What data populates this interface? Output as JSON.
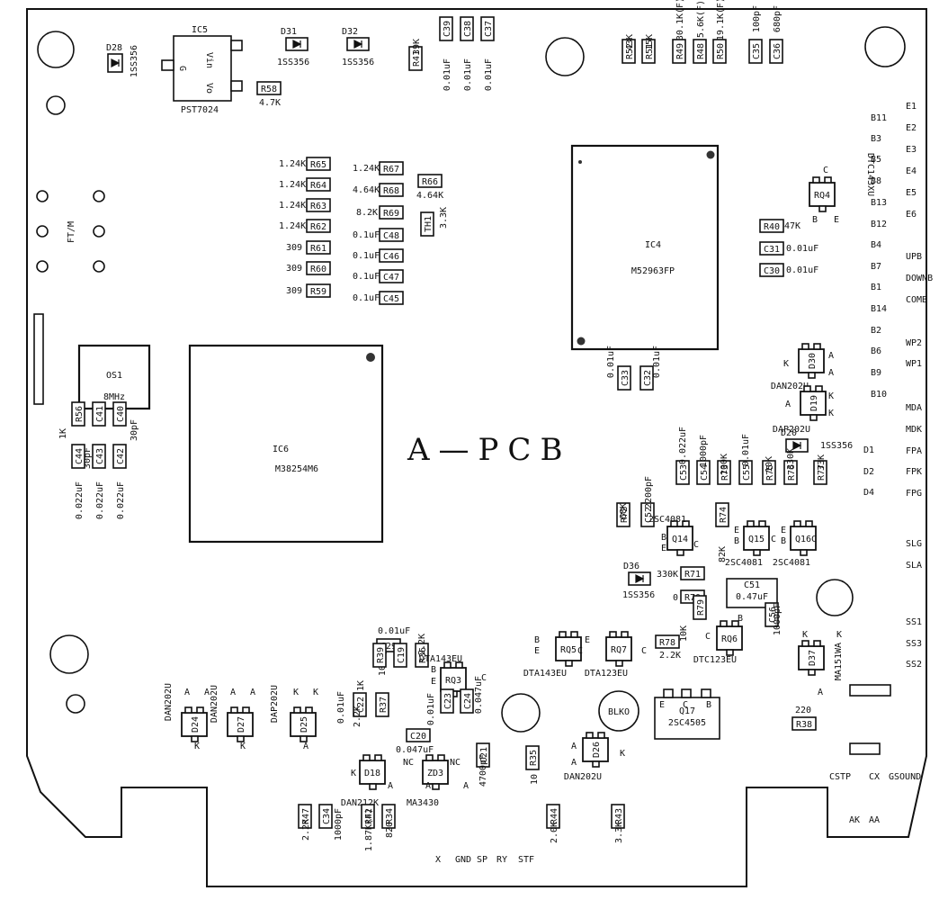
{
  "board_title": "A—PCB",
  "ics": {
    "ic4": {
      "ref": "IC4",
      "part": "M52963FP"
    },
    "ic6": {
      "ref": "IC6",
      "part": "M38254M6"
    },
    "os1": {
      "ref": "OS1",
      "freq": "8MHz"
    },
    "ic5": {
      "ref": "IC5",
      "part": "PST7024",
      "pin_vin": "Vin",
      "pin_g": "G",
      "pin_vo": "Vo"
    }
  },
  "fuse_label": "FT/M",
  "blko_label": "BLKO",
  "parts": [
    {
      "ref": "R58",
      "val": "4.7K"
    },
    {
      "ref": "D28",
      "val": "1SS356"
    },
    {
      "ref": "D31",
      "val": "1SS356"
    },
    {
      "ref": "D32",
      "val": "1SS356"
    },
    {
      "ref": "R41",
      "val": "39K"
    },
    {
      "ref": "C39",
      "val": "0.01uF"
    },
    {
      "ref": "C38",
      "val": "0.01uF"
    },
    {
      "ref": "C37",
      "val": "0.01uF"
    },
    {
      "ref": "R52",
      "val": "43K"
    },
    {
      "ref": "R51",
      "val": "15K"
    },
    {
      "ref": "R49",
      "val": "30.1K(F)"
    },
    {
      "ref": "R48",
      "val": "5.6K(F)"
    },
    {
      "ref": "R50",
      "val": "19.1K(F)"
    },
    {
      "ref": "C35",
      "val": "100pF"
    },
    {
      "ref": "C36",
      "val": "680pF"
    },
    {
      "ref": "R65",
      "val": "1.24K"
    },
    {
      "ref": "R64",
      "val": "1.24K"
    },
    {
      "ref": "R63",
      "val": "1.24K"
    },
    {
      "ref": "R62",
      "val": "1.24K"
    },
    {
      "ref": "R61",
      "val": "309"
    },
    {
      "ref": "R60",
      "val": "309"
    },
    {
      "ref": "R59",
      "val": "309"
    },
    {
      "ref": "R67",
      "val": "1.24K"
    },
    {
      "ref": "R68",
      "val": "4.64K"
    },
    {
      "ref": "R69",
      "val": "8.2K"
    },
    {
      "ref": "C48",
      "val": "0.1uF"
    },
    {
      "ref": "C46",
      "val": "0.1uF"
    },
    {
      "ref": "C47",
      "val": "0.1uF"
    },
    {
      "ref": "C45",
      "val": "0.1uF"
    },
    {
      "ref": "R66",
      "val": "4.64K"
    },
    {
      "ref": "TH1",
      "val": "3.3K"
    },
    {
      "ref": "RQ4",
      "val": "DTC143XU"
    },
    {
      "ref": "R40",
      "val": "47K"
    },
    {
      "ref": "C31",
      "val": "0.01uF"
    },
    {
      "ref": "C30",
      "val": "0.01uF"
    },
    {
      "ref": "D30",
      "val": "DAN202U"
    },
    {
      "ref": "D19",
      "val": "DAP202U"
    },
    {
      "ref": "D20",
      "val": "1SS356"
    },
    {
      "ref": "C33",
      "val": "0.01uF"
    },
    {
      "ref": "C32",
      "val": "0.01uF"
    },
    {
      "ref": "R56",
      "val": "1K"
    },
    {
      "ref": "C41",
      "val": "30pF"
    },
    {
      "ref": "C40",
      "val": "30pF"
    },
    {
      "ref": "C44",
      "val": "0.022uF"
    },
    {
      "ref": "C43",
      "val": "0.022uF"
    },
    {
      "ref": "C42",
      "val": "0.022uF"
    },
    {
      "ref": "C53",
      "val": "0.022uF"
    },
    {
      "ref": "C54",
      "val": "1000pF"
    },
    {
      "ref": "R73",
      "val": "100K"
    },
    {
      "ref": "C55",
      "val": "0.01uF"
    },
    {
      "ref": "R75",
      "val": "10K"
    },
    {
      "ref": "R76",
      "val": "330K"
    },
    {
      "ref": "R77",
      "val": "33K"
    },
    {
      "ref": "R72",
      "val": "68K"
    },
    {
      "ref": "C52",
      "val": "2200pF"
    },
    {
      "ref": "Q14",
      "val": "2SC4081"
    },
    {
      "ref": "R74",
      "val": "82K"
    },
    {
      "ref": "Q15",
      "val": "2SC4081"
    },
    {
      "ref": "Q16",
      "val": "2SC4081"
    },
    {
      "ref": "D36",
      "val": "1SS356"
    },
    {
      "ref": "R71",
      "val": "330K"
    },
    {
      "ref": "R70",
      "val": "0"
    },
    {
      "ref": "C51",
      "val": "0.47uF"
    },
    {
      "ref": "C29",
      "val": "0.01uF"
    },
    {
      "ref": "C19",
      "val": "1000pF"
    },
    {
      "ref": "R39",
      "val": "1K"
    },
    {
      "ref": "R36",
      "val": "2.2K"
    },
    {
      "ref": "RQ3",
      "val": "DTA143EU"
    },
    {
      "ref": "RQ5",
      "val": "DTA143EU"
    },
    {
      "ref": "RQ7",
      "val": "DTA123EU"
    },
    {
      "ref": "R78",
      "val": "2.2K"
    },
    {
      "ref": "R79",
      "val": "10K"
    },
    {
      "ref": "RQ6",
      "val": "DTC123EU"
    },
    {
      "ref": "C56",
      "val": "1000pF"
    },
    {
      "ref": "D37",
      "val": "MA151WA"
    },
    {
      "ref": "D24",
      "val": "DAN202U"
    },
    {
      "ref": "D27",
      "val": "DAN202U"
    },
    {
      "ref": "D25",
      "val": "DAP202U"
    },
    {
      "ref": "C22",
      "val": "0.01uF"
    },
    {
      "ref": "R37",
      "val": "2.2K"
    },
    {
      "ref": "C20",
      "val": "0.047uF"
    },
    {
      "ref": "C23",
      "val": "0.01uF"
    },
    {
      "ref": "C24",
      "val": "0.047uF"
    },
    {
      "ref": "D18",
      "val": "DAN212K"
    },
    {
      "ref": "ZD3",
      "val": "MA3430"
    },
    {
      "ref": "C21",
      "val": "4700pF"
    },
    {
      "ref": "R35",
      "val": "10"
    },
    {
      "ref": "Q17",
      "val": "2SC4505"
    },
    {
      "ref": "D26",
      "val": "DAN202U"
    },
    {
      "ref": "R38",
      "val": "220"
    },
    {
      "ref": "R47",
      "val": "2.2K"
    },
    {
      "ref": "C34",
      "val": "1000pF"
    },
    {
      "ref": "R42",
      "val": "1.87K(F)"
    },
    {
      "ref": "R34",
      "val": "820"
    },
    {
      "ref": "R44",
      "val": "2.0K"
    },
    {
      "ref": "R43",
      "val": "3.3K"
    }
  ],
  "pin_letters": {
    "a": "A",
    "k": "K",
    "b": "B",
    "c": "C",
    "e": "E",
    "nc": "NC"
  },
  "connector_left": [
    "B11",
    "B3",
    "B5",
    "B8",
    "B13",
    "B12",
    "B4",
    "B7",
    "B1",
    "B14",
    "B2",
    "B6",
    "B9",
    "B10"
  ],
  "connector_right": [
    "E1",
    "E2",
    "E3",
    "E4",
    "E5",
    "E6",
    "UPB",
    "DOWNB",
    "COMB",
    "WP2",
    "WP1",
    "MDA",
    "MDK",
    "FPA",
    "FPK",
    "FPG",
    "SLG",
    "SLA",
    "SS1",
    "SS3",
    "SS2"
  ],
  "d_labels": [
    "D1",
    "D2",
    "D4"
  ],
  "bottom_labels": {
    "x": "X",
    "gnd": "GND",
    "sp": "SP",
    "ry": "RY",
    "stf": "STF"
  },
  "right_bottom_labels": {
    "cstp": "CSTP",
    "cx": "CX",
    "gsound": "GSOUND",
    "ak": "AK",
    "aa": "AA"
  }
}
